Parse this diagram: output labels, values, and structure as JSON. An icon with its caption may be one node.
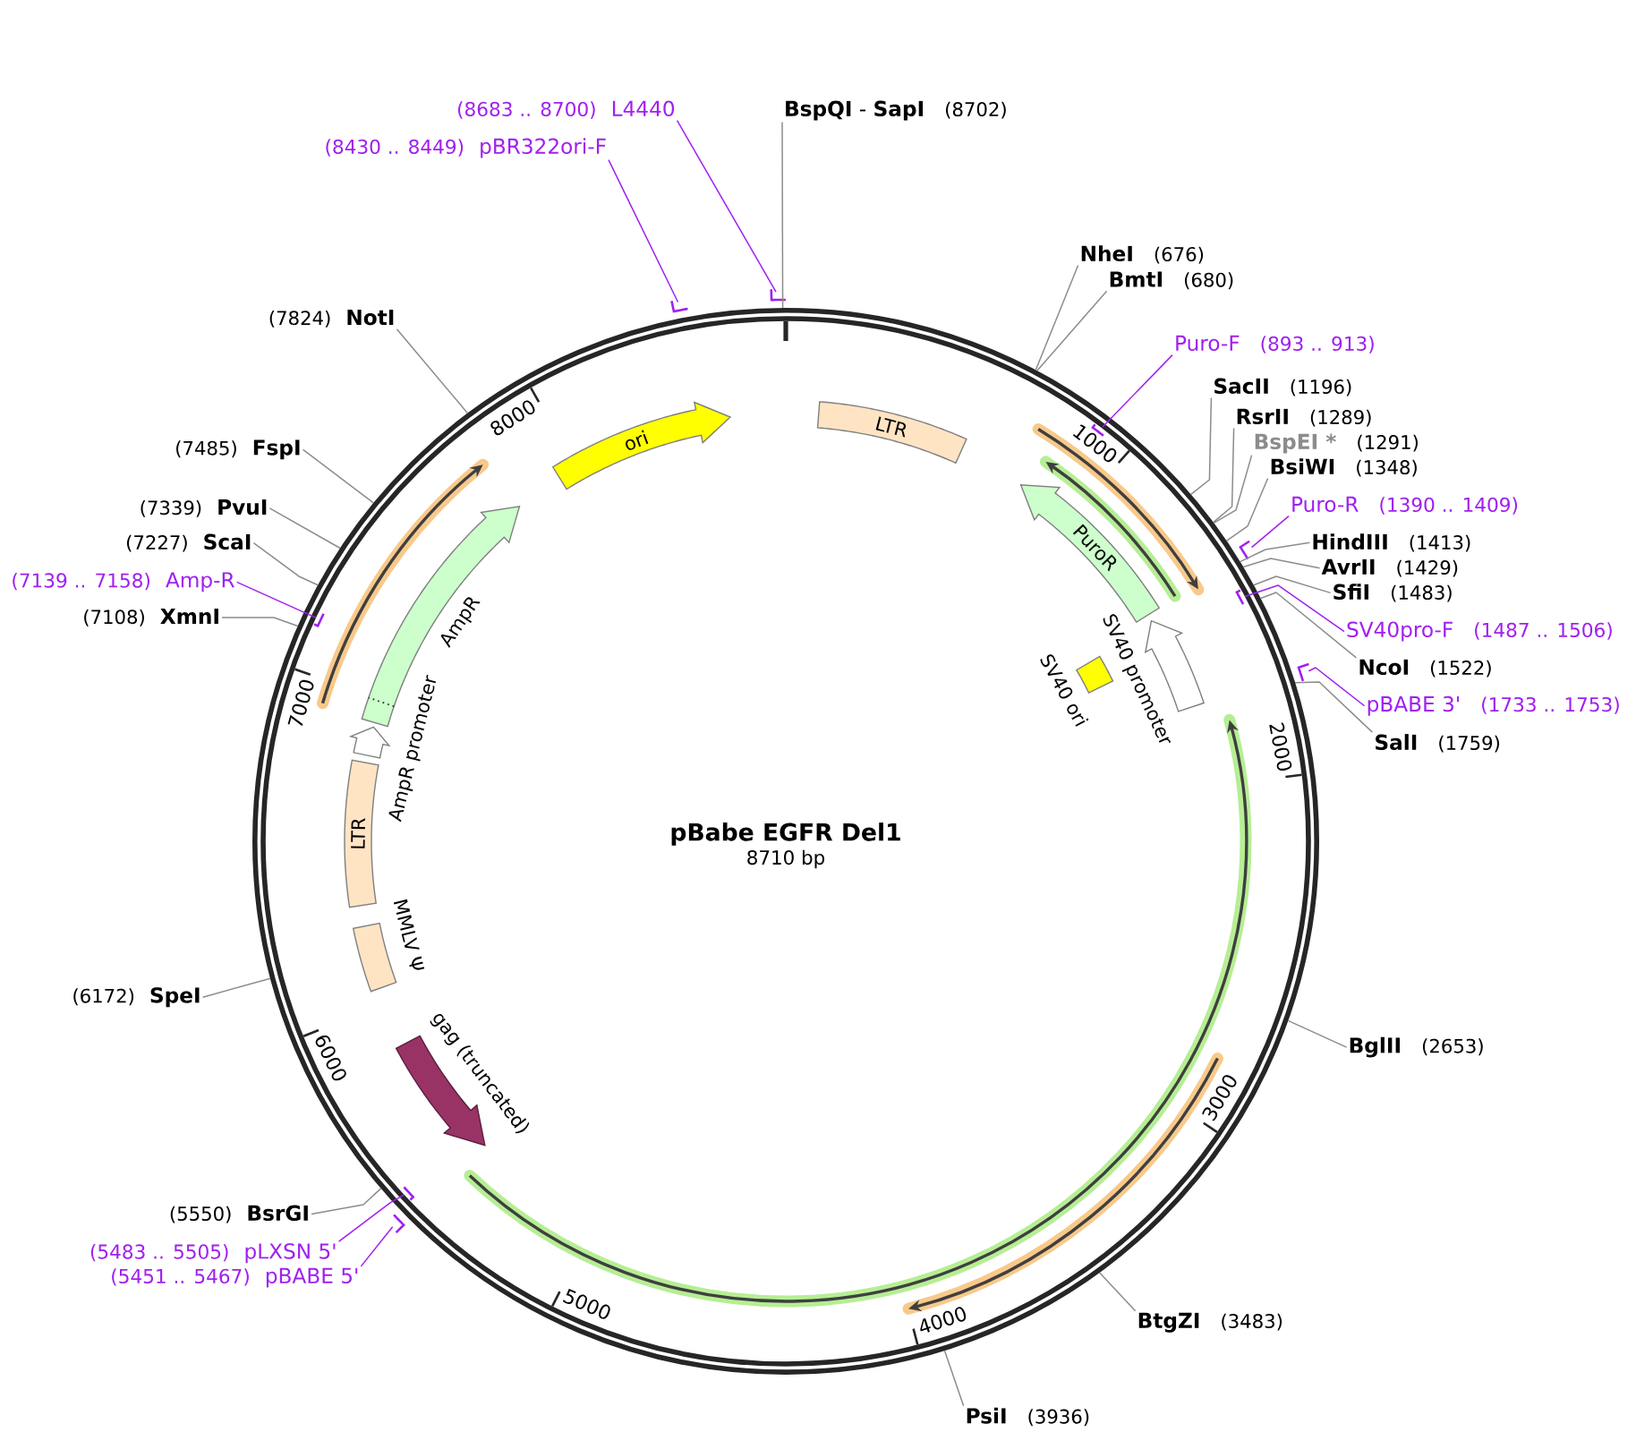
{
  "diagram": {
    "title": "pBabe EGFR Del1",
    "nodes": [
      {
        "text": [
          "**BspQI** - **SapI**",
          "(8702)"
        ]
      },
      {
        "text": [
          "NheI",
          "(676)"
        ]
      },
      {
        "text": [
          "BmtI",
          "(680)"
        ]
      },
      {
        "text": [
          "Puro-F",
          "(893 .. 913)"
        ]
      },
      {
        "text": [
          "SacII",
          "(1196)"
        ]
      },
      {
        "text": [
          "RsrII",
          "(1289)"
        ]
      },
      {
        "text": [
          "BspEI *",
          "(1291)"
        ]
      },
      {
        "text": [
          "BsiWI",
          "(1348)"
        ]
      },
      {
        "text": [
          "Puro-R",
          "(1390 .. 1409)"
        ]
      },
      {
        "text": [
          "HindIII",
          "(1413)"
        ]
      },
      {
        "text": [
          "AvrII",
          "(1429)"
        ]
      },
      {
        "text": [
          "SfiI",
          "(1483)"
        ]
      },
      {
        "text": [
          "SV40pro-F",
          "(1487 .. 1506)"
        ]
      },
      {
        "text": [
          "NcoI",
          "(1522)"
        ]
      },
      {
        "text": [
          "pBABE 3'",
          "(1733 .. 1753)"
        ]
      },
      {
        "text": [
          "SalI",
          "(1759)"
        ]
      },
      {
        "text": [
          "BglII",
          "(2653)"
        ]
      },
      {
        "text": [
          "BtgZI",
          "(3483)"
        ]
      },
      {
        "text": [
          "PsiI",
          "(3936)"
        ]
      },
      {
        "text": [
          "(5451 .. 5467)",
          "pBABE 5'"
        ]
      },
      {
        "text": [
          "(5483 .. 5505)",
          "pLXSN 5'"
        ]
      },
      {
        "text": [
          "(5550)",
          "BsrGI"
        ]
      },
      {
        "text": [
          "(6172)",
          "SpeI"
        ]
      },
      {
        "text": [
          "(7108)",
          "XmnI"
        ]
      },
      {
        "text": [
          "(7139 .. 7158)",
          "Amp-R"
        ]
      },
      {
        "text": [
          "(7227)",
          "ScaI"
        ]
      },
      {
        "text": [
          "(7339)",
          "PvuI"
        ]
      },
      {
        "text": [
          "(7485)",
          "FspI"
        ]
      },
      {
        "text": [
          "(7824)",
          "NotI"
        ]
      },
      {
        "text": [
          "(8430 .. 8449)",
          "pBR322ori-F"
        ]
      },
      {
        "text": [
          "(8683 .. 8700)",
          "L4440"
        ]
      },
      {
        "text": [],
        "shape": "circle"
      },
      {
        "text": [
          "LTR"
        ],
        "in": 31
      },
      {
        "text": [
          "PuroR"
        ],
        "in": 31
      },
      {
        "text": [
          "SV40 promoter"
        ],
        "in": 31
      },
      {
        "text": [
          "SV40 ori"
        ],
        "in": 31
      },
      {
        "text": [
          "gag (truncated)"
        ],
        "in": 31
      },
      {
        "text": [
          "MMLV Ψ"
        ],
        "in": 31
      },
      {
        "text": [
          "LTR"
        ],
        "in": 31
      },
      {
        "text": [
          "AmpR promoter"
        ],
        "in": 31
      },
      {
        "text": [
          "AmpR"
        ],
        "in": 31
      },
      {
        "text": [
          "ori"
        ],
        "in": 31
      },
      {
        "text": [],
        "shape": "bar"
      },
      {
        "text": [],
        "shape": "bar"
      },
      {
        "text": [],
        "shape": "bar",
        "in": 31
      },
      {
        "text": [],
        "shape": "bar"
      },
      {
        "text": [],
        "shape": "bar",
        "in": 31
      },
      {
        "text": [],
        "shape": "bar",
        "in": 31
      },
      {
        "text": [],
        "shape": "bar"
      },
      {
        "text": [],
        "shape": "bar",
        "in": 31
      },
      {
        "text": [],
        "shape": "bar"
      }
    ],
    "edges": [
      {
        "from": 0,
        "to": 31,
        "arrow": "none"
      },
      {
        "from": 1,
        "to": 31,
        "arrow": "none"
      },
      {
        "from": 2,
        "to": 31,
        "arrow": "none"
      },
      {
        "from": 3,
        "to": 44,
        "arrow": "none",
        "color": "#a020f0"
      },
      {
        "from": 4,
        "to": 31,
        "arrow": "none"
      },
      {
        "from": 5,
        "to": 31,
        "arrow": "none"
      },
      {
        "from": 6,
        "to": 31,
        "arrow": "none"
      },
      {
        "from": 7,
        "to": 31,
        "arrow": "none"
      },
      {
        "from": 8,
        "to": 45,
        "arrow": "none",
        "color": "#a020f0"
      },
      {
        "from": 9,
        "to": 31,
        "arrow": "none"
      },
      {
        "from": 10,
        "to": 31,
        "arrow": "none"
      },
      {
        "from": 11,
        "to": 31,
        "arrow": "none"
      },
      {
        "from": 12,
        "to": 46,
        "arrow": "none",
        "color": "#a020f0"
      },
      {
        "from": 13,
        "to": 31,
        "arrow": "none"
      },
      {
        "from": 14,
        "to": 48,
        "arrow": "none",
        "color": "#a020f0"
      },
      {
        "from": 15,
        "to": 31,
        "arrow": "none"
      },
      {
        "from": 16,
        "to": 31,
        "arrow": "none"
      },
      {
        "from": 17,
        "to": 31,
        "arrow": "none"
      },
      {
        "from": 18,
        "to": 31,
        "arrow": "none"
      },
      {
        "from": 19,
        "to": 50,
        "arrow": "none",
        "color": "#a020f0"
      },
      {
        "from": 20,
        "to": 49,
        "arrow": "none",
        "color": "#a020f0"
      },
      {
        "from": 21,
        "to": 31,
        "arrow": "none"
      },
      {
        "from": 22,
        "to": 31,
        "arrow": "none"
      },
      {
        "from": 23,
        "to": 31,
        "arrow": "none"
      },
      {
        "from": 24,
        "to": 47,
        "arrow": "none",
        "color": "#a020f0"
      },
      {
        "from": 25,
        "to": 31,
        "arrow": "none"
      },
      {
        "from": 26,
        "to": 31,
        "arrow": "none"
      },
      {
        "from": 27,
        "to": 31,
        "arrow": "none"
      },
      {
        "from": 28,
        "to": 31,
        "arrow": "none"
      },
      {
        "from": 29,
        "to": 43,
        "arrow": "none",
        "color": "#a020f0"
      },
      {
        "from": 30,
        "to": 42,
        "arrow": "none",
        "color": "#a020f0"
      }
    ],
    "labels": [
      "8710 bp",
      "1000",
      "2000",
      "3000",
      "4000",
      "5000",
      "6000",
      "7000",
      "8000"
    ]
  }
}
